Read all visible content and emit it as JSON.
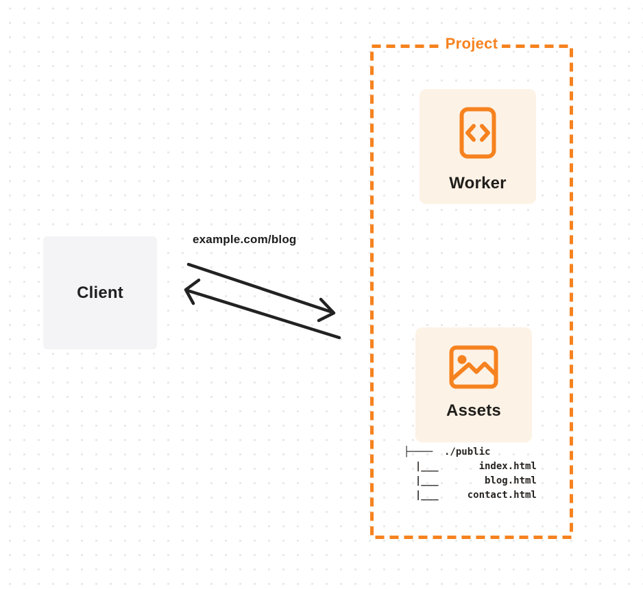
{
  "client": {
    "label": "Client"
  },
  "request": {
    "label": "example.com/blog"
  },
  "project": {
    "label": "Project",
    "worker": {
      "label": "Worker",
      "icon": "code-icon"
    },
    "assets": {
      "label": "Assets",
      "icon": "image-icon"
    },
    "file_tree": {
      "root": "./public",
      "files": [
        "index.html",
        "blog.html",
        "contact.html"
      ],
      "lines": [
        "├────  ./public",
        "  |___       index.html",
        "  |___        blog.html",
        "  |___     contact.html"
      ]
    }
  },
  "colors": {
    "accent_orange": "#F6821F",
    "card_bg": "#FDF2E6",
    "client_bg": "#F4F4F6",
    "arrow_color": "#222222",
    "text_dark": "#1F1E1B",
    "dot_grid": "#E7E7E7",
    "page_bg": "#FFFFFF"
  }
}
